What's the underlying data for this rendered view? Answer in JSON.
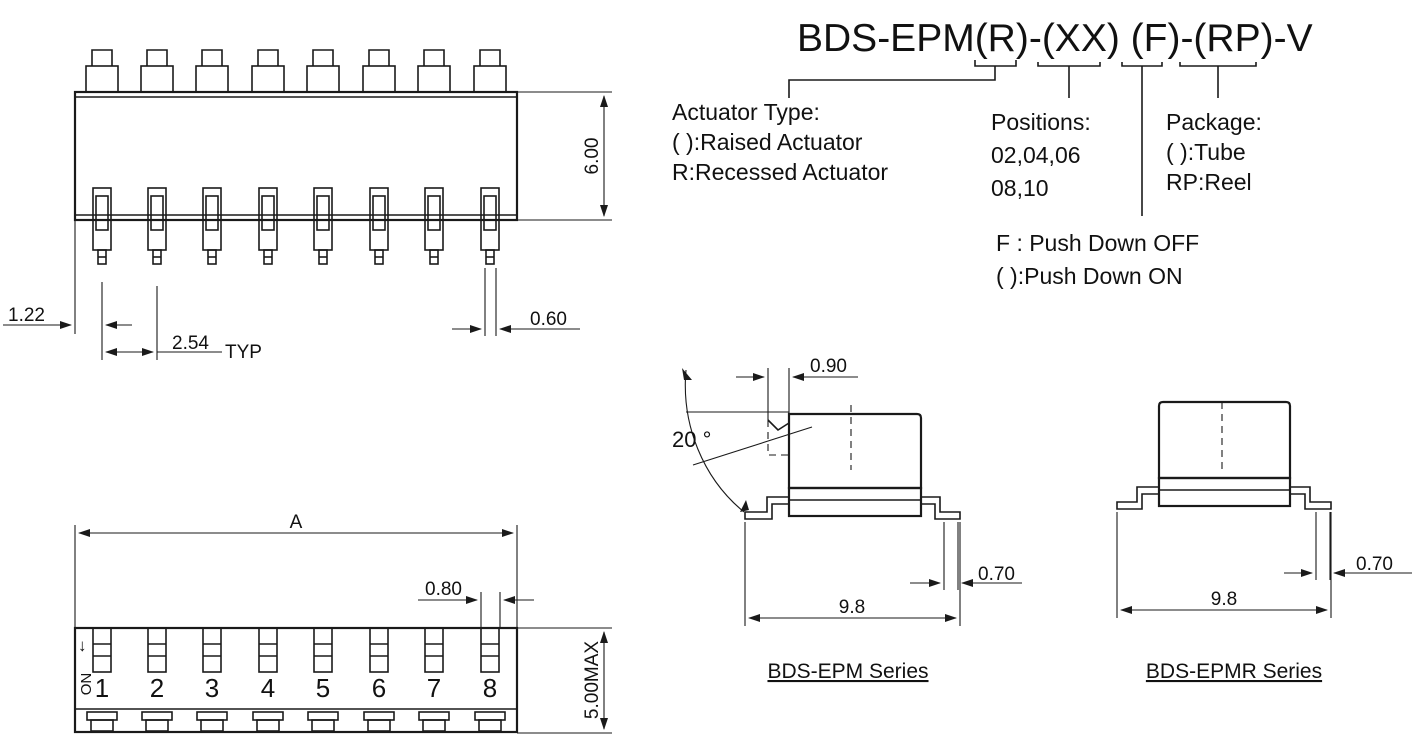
{
  "part_number": "BDS-EPM(R)-(XX) (F)-(RP)-V",
  "legend": {
    "actuator": [
      "Actuator Type:",
      "( ):Raised Actuator",
      "R:Recessed Actuator"
    ],
    "positions": [
      "Positions:",
      "02,04,06",
      "08,10"
    ],
    "package": [
      "Package:",
      "( ):Tube",
      "RP:Reel"
    ],
    "push": [
      "F : Push Down OFF",
      "( ):Push Down ON"
    ]
  },
  "top_view": {
    "height_dim": "6.00",
    "edge_dim": "1.22",
    "pitch_dim": "2.54",
    "pitch_suffix": "TYP",
    "pin_width_dim": "0.60"
  },
  "front_view": {
    "length_dim": "A",
    "actuator_width_dim": "0.80",
    "height_dim": "5.00MAX",
    "on_label": "ON",
    "arrow_glyph": "↓",
    "switch_numbers": [
      "1",
      "2",
      "3",
      "4",
      "5",
      "6",
      "7",
      "8"
    ]
  },
  "epm": {
    "top_dim": "0.90",
    "angle_dim": "20 °",
    "lead_dim": "0.70",
    "width_dim": "9.8",
    "title": "BDS-EPM Series"
  },
  "epmr": {
    "lead_dim": "0.70",
    "width_dim": "9.8",
    "title": "BDS-EPMR Series"
  }
}
